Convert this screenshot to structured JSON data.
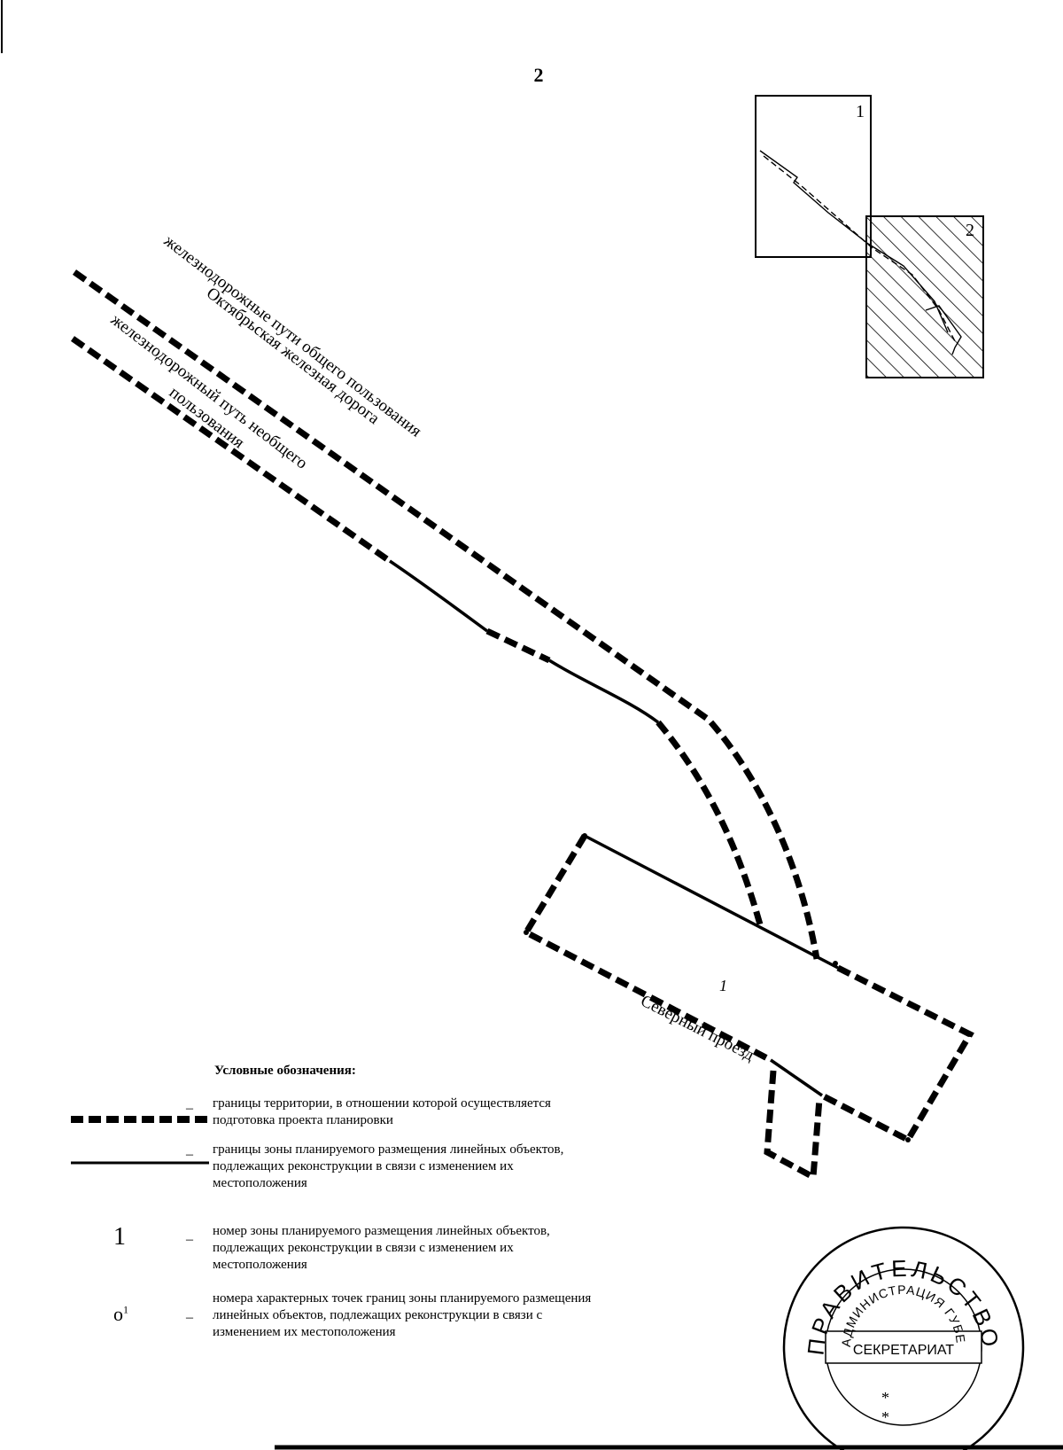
{
  "page_number": "2",
  "inset": {
    "zone1_label": "1",
    "zone2_label": "2"
  },
  "map_labels": {
    "rail_public_line1": "железнодорожные пути общего пользования",
    "rail_public_line2": "Октябрьская железная дорога",
    "rail_private_line1": "железнодорожный путь необщего",
    "rail_private_line2": "пользования",
    "street": "Северный проезд",
    "zone_number": "1"
  },
  "legend": {
    "title": "Условные обозначения:",
    "dash": "–",
    "items": [
      {
        "symbol": "dashed-line",
        "text": "границы территории, в отношении которой осуществляется подготовка проекта планировки"
      },
      {
        "symbol": "solid-line",
        "text": "границы зоны планируемого размещения линейных объектов, подлежащих реконструкции в связи с изменением их местоположения"
      },
      {
        "symbol": "number",
        "symbol_text": "1",
        "text": "номер зоны планируемого размещения линейных объектов, подлежащих реконструкции в связи с изменением их местоположения"
      },
      {
        "symbol": "point",
        "symbol_text": "о",
        "symbol_sup": "1",
        "text": "номера характерных точек границ зоны планируемого размещения линейных объектов, подлежащих реконструкции в связи с изменением их местоположения"
      }
    ]
  },
  "stamp": {
    "outer_text": "ПРАВИТЕЛЬСТВО САНКТ-ПЕТЕРБУРГА",
    "inner_text": "АДМИНИСТРАЦИЯ ГУБЕРНАТОРА САНКТ-ПЕТЕРБУРГА",
    "center_text": "СЕКРЕТАРИАТ",
    "star": "*"
  }
}
